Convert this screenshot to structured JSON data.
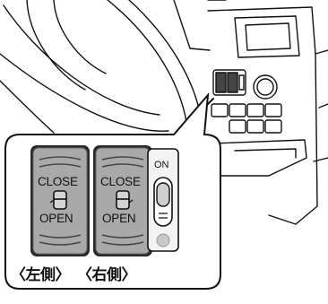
{
  "illustration": {
    "subject": "dashboard-console-switch-panel",
    "colors": {
      "line": "#111111",
      "switch_body": "#a9a9a9",
      "switch_face": "#d4d4d4",
      "callout_bg": "#ffffff"
    }
  },
  "switches": [
    {
      "close_label": "CLOSE",
      "open_label": "OPEN",
      "icon": "sliding-door-icon"
    },
    {
      "close_label": "CLOSE",
      "open_label": "OPEN",
      "icon": "sliding-door-icon"
    }
  ],
  "main_switch": {
    "on_label": "ON",
    "icon": "slide-toggle-icon"
  },
  "captions": {
    "left": "〈左側〉",
    "right": "〈右側〉"
  }
}
